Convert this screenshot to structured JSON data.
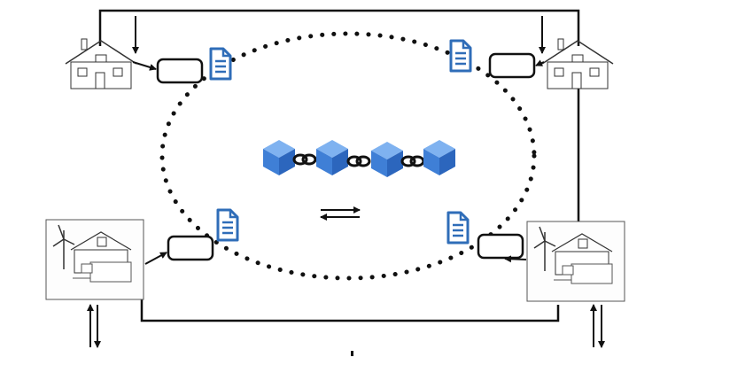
{
  "diagram": {
    "nodes": [
      {
        "id": "house-top-left",
        "kind": "house"
      },
      {
        "id": "house-top-right",
        "kind": "house"
      },
      {
        "id": "prosumer-bottom-left",
        "kind": "house-with-wind-turbine"
      },
      {
        "id": "prosumer-bottom-right",
        "kind": "house-with-wind-turbine"
      }
    ],
    "center": {
      "kind": "blockchain",
      "blocks": 4,
      "links": 3
    },
    "icons": [
      "house-icon",
      "wind-turbine-icon",
      "document-icon",
      "blockchain-block-icon",
      "chain-link-icon",
      "bidirectional-arrow-icon"
    ],
    "colors": {
      "block_blue": "#4a86d8",
      "document_blue": "#2f6db8",
      "line": "#111111"
    }
  }
}
